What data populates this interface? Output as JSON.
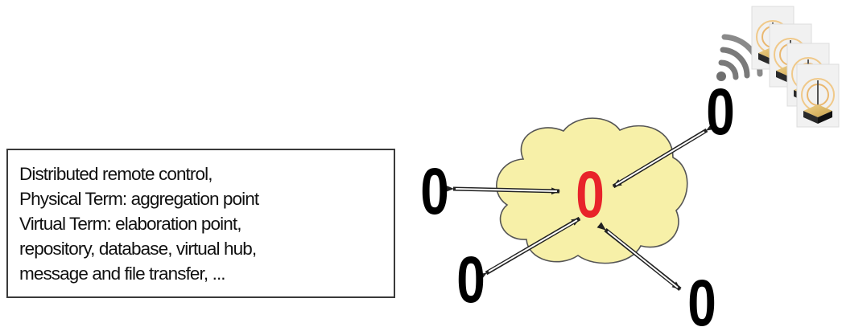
{
  "description_box": {
    "lines": [
      "Distributed remote control,",
      "Physical Term: aggregation point",
      "Virtual Term: elaboration point,",
      "repository, database, virtual hub,",
      "message and file transfer, ..."
    ]
  },
  "nodes": {
    "center_label": "0",
    "left_label": "0",
    "top_right_label": "0",
    "bottom_left_label": "0",
    "bottom_right_label": "0"
  },
  "colors": {
    "cloud_fill": "#f7f0a8",
    "cloud_stroke": "#555555",
    "center_node": "#e8232a",
    "node": "#000000",
    "box_border": "#3a3a3a"
  },
  "icons": [
    "wireless-signal-icon",
    "router-device-icon"
  ]
}
